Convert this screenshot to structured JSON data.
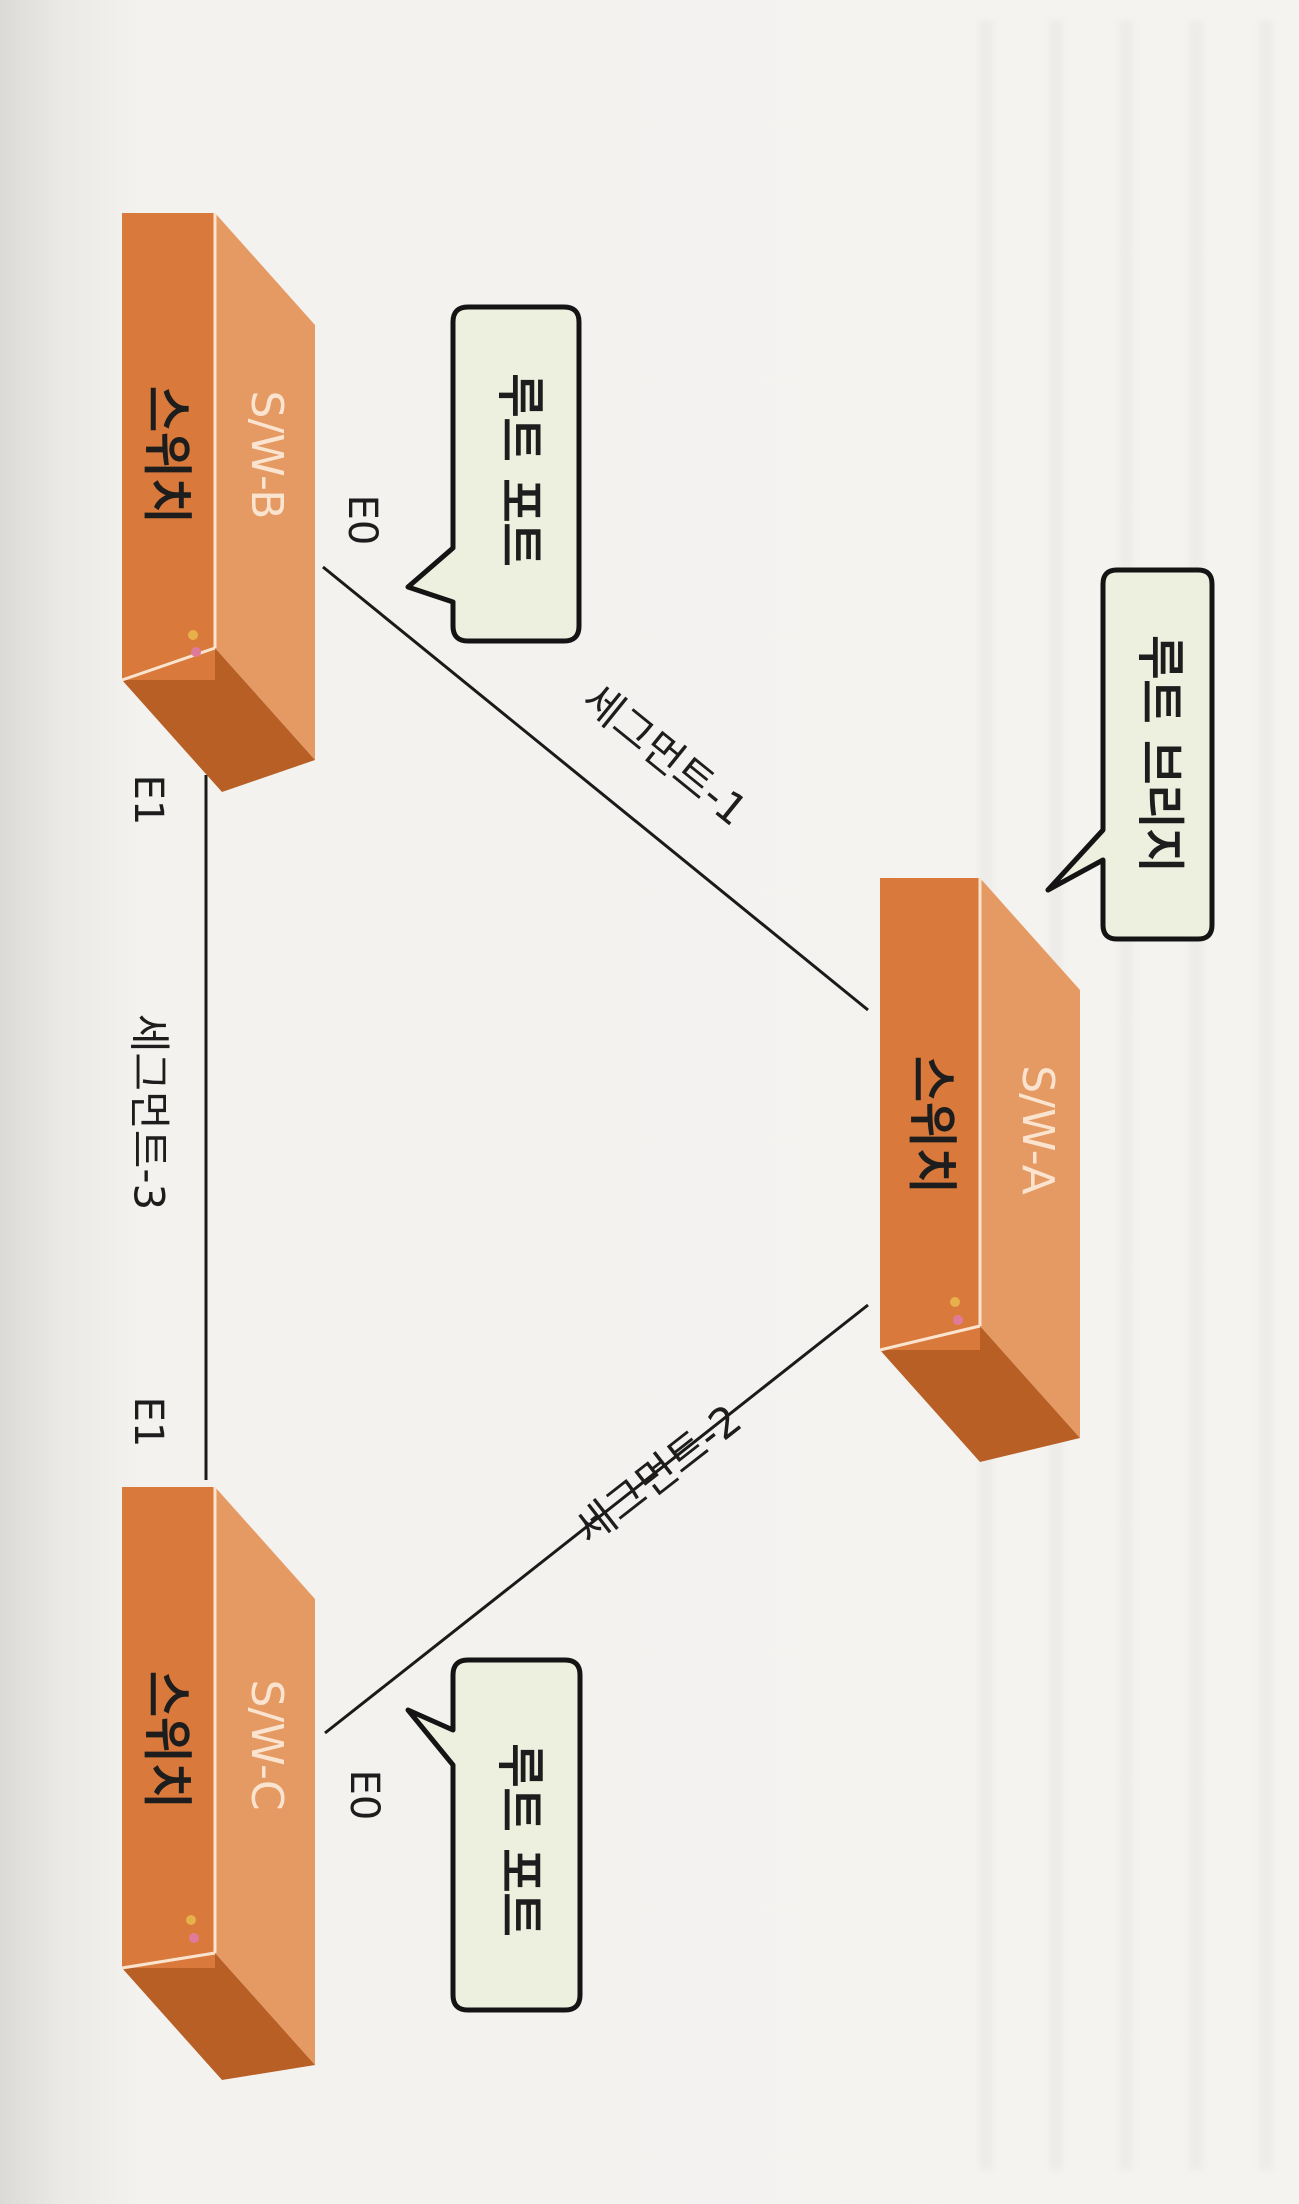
{
  "switches": [
    {
      "id": "sw-a",
      "top_label": "S/W-A",
      "body_label": "스위치"
    },
    {
      "id": "sw-b",
      "top_label": "S/W-B",
      "body_label": "스위치"
    },
    {
      "id": "sw-c",
      "top_label": "S/W-C",
      "body_label": "스위치"
    }
  ],
  "segments": [
    {
      "id": "segment-1",
      "label": "세그먼트-1"
    },
    {
      "id": "segment-2",
      "label": "세그먼트-2"
    },
    {
      "id": "segment-3",
      "label": "세그먼트-3"
    }
  ],
  "ports": {
    "sw_b_e0": "E0",
    "sw_b_e1": "E1",
    "sw_c_e0": "E0",
    "sw_c_e1": "E1"
  },
  "callouts": {
    "root_bridge": "루트 브리지",
    "root_port_b": "루트 포트",
    "root_port_c": "루트 포트"
  },
  "colors": {
    "switch_front": "#d97a3c",
    "switch_top": "#e59a63",
    "switch_side": "#b85f26",
    "switch_label_light": "#fbe4cf",
    "switch_label_dark": "#1d1d1d",
    "callout_fill": "#eef0df",
    "callout_stroke": "#141414",
    "line": "#1a1a1a",
    "page": "#f4f2ef"
  }
}
